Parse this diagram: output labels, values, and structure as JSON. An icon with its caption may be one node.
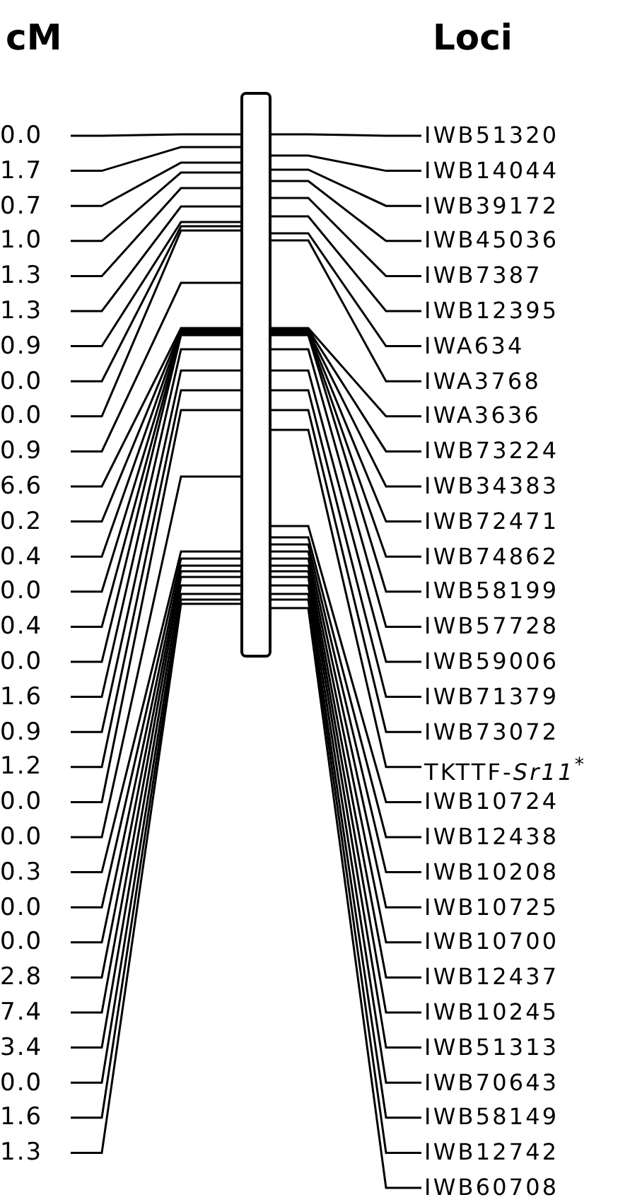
{
  "diagram": {
    "nodes": [
      {
        "text": [],
        "shape": "bar"
      },
      {
        "text": [
          "0.0"
        ]
      },
      {
        "text": [
          "1.7"
        ]
      },
      {
        "text": [
          "0.7"
        ]
      },
      {
        "text": [
          "1.0"
        ]
      },
      {
        "text": [
          "1.3"
        ]
      },
      {
        "text": [
          "1.3"
        ]
      },
      {
        "text": [
          "0.9"
        ]
      },
      {
        "text": [
          "0.0"
        ]
      },
      {
        "text": [
          "0.0"
        ]
      },
      {
        "text": [
          "0.9"
        ]
      },
      {
        "text": [
          "6.6"
        ]
      },
      {
        "text": [
          "0.2"
        ]
      },
      {
        "text": [
          "0.4"
        ]
      },
      {
        "text": [
          "0.0"
        ]
      },
      {
        "text": [
          "0.4"
        ]
      },
      {
        "text": [
          "0.0"
        ]
      },
      {
        "text": [
          "1.6"
        ]
      },
      {
        "text": [
          "0.9"
        ]
      },
      {
        "text": [
          "1.2"
        ]
      },
      {
        "text": [
          "0.0"
        ]
      },
      {
        "text": [
          "0.0"
        ]
      },
      {
        "text": [
          "0.3"
        ]
      },
      {
        "text": [
          "0.0"
        ]
      },
      {
        "text": [
          "0.0"
        ]
      },
      {
        "text": [
          "2.8"
        ]
      },
      {
        "text": [
          "7.4"
        ]
      },
      {
        "text": [
          "3.4"
        ]
      },
      {
        "text": [
          "0.0"
        ]
      },
      {
        "text": [
          "1.6"
        ]
      },
      {
        "text": [
          "1.3"
        ]
      },
      {
        "text": [
          "IWB51320"
        ]
      },
      {
        "text": [
          "IWB14044"
        ]
      },
      {
        "text": [
          "IWB39172"
        ]
      },
      {
        "text": [
          "IWB45036"
        ]
      },
      {
        "text": [
          "IWB7387"
        ]
      },
      {
        "text": [
          "IWB12395"
        ]
      },
      {
        "text": [
          "IWA634"
        ]
      },
      {
        "text": [
          "IWA3768"
        ]
      },
      {
        "text": [
          "IWA3636"
        ]
      },
      {
        "text": [
          "IWB73224"
        ]
      },
      {
        "text": [
          "IWB34383"
        ]
      },
      {
        "text": [
          "IWB72471"
        ]
      },
      {
        "text": [
          "IWB74862"
        ]
      },
      {
        "text": [
          "IWB58199"
        ]
      },
      {
        "text": [
          "IWB57728"
        ]
      },
      {
        "text": [
          "IWB59006"
        ]
      },
      {
        "text": [
          "IWB71379"
        ]
      },
      {
        "text": [
          "IWB73072"
        ]
      },
      {
        "text": [
          "TKTTF-*Sr11*$^{*}$"
        ]
      },
      {
        "text": [
          "IWB10724"
        ]
      },
      {
        "text": [
          "IWB12438"
        ]
      },
      {
        "text": [
          "IWB10208"
        ]
      },
      {
        "text": [
          "IWB10725"
        ]
      },
      {
        "text": [
          "IWB10700"
        ]
      },
      {
        "text": [
          "IWB12437"
        ]
      },
      {
        "text": [
          "IWB10245"
        ]
      },
      {
        "text": [
          "IWB51313"
        ]
      },
      {
        "text": [
          "IWB70643"
        ]
      },
      {
        "text": [
          "IWB58149"
        ]
      },
      {
        "text": [
          "IWB12742"
        ]
      },
      {
        "text": [
          "IWB60708"
        ]
      }
    ],
    "edges": [
      {
        "from": 1,
        "to": 0,
        "arrow": "none"
      },
      {
        "from": 2,
        "to": 0,
        "arrow": "none"
      },
      {
        "from": 3,
        "to": 0,
        "arrow": "none"
      },
      {
        "from": 4,
        "to": 0,
        "arrow": "none"
      },
      {
        "from": 5,
        "to": 0,
        "arrow": "none"
      },
      {
        "from": 6,
        "to": 0,
        "arrow": "none"
      },
      {
        "from": 7,
        "to": 0,
        "arrow": "none"
      },
      {
        "from": 8,
        "to": 0,
        "arrow": "none"
      },
      {
        "from": 9,
        "to": 0,
        "arrow": "none"
      },
      {
        "from": 10,
        "to": 0,
        "arrow": "none"
      },
      {
        "from": 11,
        "to": 0,
        "arrow": "none"
      },
      {
        "from": 12,
        "to": 0,
        "arrow": "none"
      },
      {
        "from": 13,
        "to": 0,
        "arrow": "none"
      },
      {
        "from": 14,
        "to": 0,
        "arrow": "none"
      },
      {
        "from": 15,
        "to": 0,
        "arrow": "none"
      },
      {
        "from": 16,
        "to": 0,
        "arrow": "none"
      },
      {
        "from": 17,
        "to": 0,
        "arrow": "none"
      },
      {
        "from": 18,
        "to": 0,
        "arrow": "none"
      },
      {
        "from": 19,
        "to": 0,
        "arrow": "none"
      },
      {
        "from": 20,
        "to": 0,
        "arrow": "none"
      },
      {
        "from": 21,
        "to": 0,
        "arrow": "none"
      },
      {
        "from": 22,
        "to": 0,
        "arrow": "none"
      },
      {
        "from": 23,
        "to": 0,
        "arrow": "none"
      },
      {
        "from": 24,
        "to": 0,
        "arrow": "none"
      },
      {
        "from": 25,
        "to": 0,
        "arrow": "none"
      },
      {
        "from": 26,
        "to": 0,
        "arrow": "none"
      },
      {
        "from": 27,
        "to": 0,
        "arrow": "none"
      },
      {
        "from": 28,
        "to": 0,
        "arrow": "none"
      },
      {
        "from": 29,
        "to": 0,
        "arrow": "none"
      },
      {
        "from": 30,
        "to": 0,
        "arrow": "none"
      },
      {
        "from": 31,
        "to": 0,
        "arrow": "none"
      },
      {
        "from": 32,
        "to": 0,
        "arrow": "none"
      },
      {
        "from": 33,
        "to": 0,
        "arrow": "none"
      },
      {
        "from": 34,
        "to": 0,
        "arrow": "none"
      },
      {
        "from": 35,
        "to": 0,
        "arrow": "none"
      },
      {
        "from": 36,
        "to": 0,
        "arrow": "none"
      },
      {
        "from": 37,
        "to": 0,
        "arrow": "none"
      },
      {
        "from": 38,
        "to": 0,
        "arrow": "none"
      },
      {
        "from": 39,
        "to": 0,
        "arrow": "none"
      },
      {
        "from": 40,
        "to": 0,
        "arrow": "none"
      },
      {
        "from": 41,
        "to": 0,
        "arrow": "none"
      },
      {
        "from": 42,
        "to": 0,
        "arrow": "none"
      },
      {
        "from": 43,
        "to": 0,
        "arrow": "none"
      },
      {
        "from": 44,
        "to": 0,
        "arrow": "none"
      },
      {
        "from": 45,
        "to": 0,
        "arrow": "none"
      },
      {
        "from": 46,
        "to": 0,
        "arrow": "none"
      },
      {
        "from": 47,
        "to": 0,
        "arrow": "none"
      },
      {
        "from": 48,
        "to": 0,
        "arrow": "none"
      },
      {
        "from": 49,
        "to": 0,
        "arrow": "none"
      },
      {
        "from": 50,
        "to": 0,
        "arrow": "none"
      },
      {
        "from": 51,
        "to": 0,
        "arrow": "none"
      },
      {
        "from": 52,
        "to": 0,
        "arrow": "none"
      },
      {
        "from": 53,
        "to": 0,
        "arrow": "none"
      },
      {
        "from": 54,
        "to": 0,
        "arrow": "none"
      },
      {
        "from": 55,
        "to": 0,
        "arrow": "none"
      },
      {
        "from": 56,
        "to": 0,
        "arrow": "none"
      },
      {
        "from": 57,
        "to": 0,
        "arrow": "none"
      },
      {
        "from": 58,
        "to": 0,
        "arrow": "none"
      },
      {
        "from": 59,
        "to": 0,
        "arrow": "none"
      },
      {
        "from": 60,
        "to": 0,
        "arrow": "none"
      },
      {
        "from": 61,
        "to": 0,
        "arrow": "none"
      }
    ],
    "labels": [
      "cM",
      "Loci"
    ]
  }
}
